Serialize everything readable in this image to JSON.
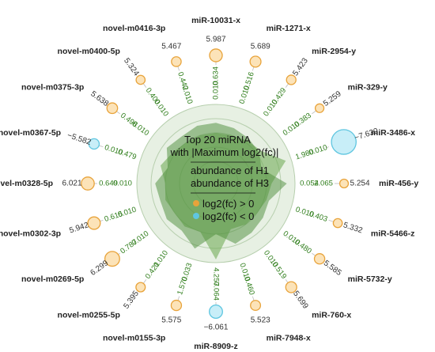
{
  "chart_data": {
    "type": "radial",
    "title_lines": [
      "Top 20 miRNA",
      "with |Maximum log2(fc)|"
    ],
    "legend": {
      "abundance": [
        "abundance of H1",
        "abundance of H3"
      ],
      "direction": [
        {
          "label": "log2(fc) > 0",
          "color": "#f5c173"
        },
        {
          "label": "log2(fc) < 0",
          "color": "#a8e4f2"
        }
      ]
    },
    "colors": {
      "up_fill": "#fce3b8",
      "up_stroke": "#e8a33a",
      "down_fill": "#c8eef8",
      "down_stroke": "#5fc6e0",
      "ring_text": "#2e7d1a",
      "h1_fill": "#6aa84f",
      "h3_fill": "#4c8c3a"
    },
    "series": [
      {
        "name": "miR-10031-x",
        "log2fc": "5.987",
        "fc_value": 5.987,
        "h1": "0.010",
        "h3": "0.634",
        "h1_value": 0.5,
        "h3_value": 0.7
      },
      {
        "name": "miR-1271-x",
        "log2fc": "5.689",
        "fc_value": 5.689,
        "h1": "0.010",
        "h3": "0.516",
        "h1_value": 0.5,
        "h3_value": 0.65
      },
      {
        "name": "miR-2954-y",
        "log2fc": "5.423",
        "fc_value": 5.423,
        "h1": "0.010",
        "h3": "0.429",
        "h1_value": 0.55,
        "h3_value": 0.6
      },
      {
        "name": "miR-329-y",
        "log2fc": "5.259",
        "fc_value": 5.259,
        "h1": "0.010",
        "h3": "0.383",
        "h1_value": 0.6,
        "h3_value": 0.55
      },
      {
        "name": "miR-3486-x",
        "log2fc": "−7.630",
        "fc_value": -7.63,
        "h1": "1.980",
        "h3": "0.010",
        "h1_value": 0.95,
        "h3_value": 0.45
      },
      {
        "name": "miR-456-y",
        "log2fc": "5.254",
        "fc_value": 5.254,
        "h1": "0.054",
        "h3": "2.065",
        "h1_value": 0.6,
        "h3_value": 0.9
      },
      {
        "name": "miR-5466-z",
        "log2fc": "5.332",
        "fc_value": 5.332,
        "h1": "0.010",
        "h3": "0.403",
        "h1_value": 0.55,
        "h3_value": 0.6
      },
      {
        "name": "miR-5732-y",
        "log2fc": "5.585",
        "fc_value": 5.585,
        "h1": "0.010",
        "h3": "0.480",
        "h1_value": 0.5,
        "h3_value": 0.65
      },
      {
        "name": "miR-760-x",
        "log2fc": "5.699",
        "fc_value": 5.699,
        "h1": "0.010",
        "h3": "0.519",
        "h1_value": 0.5,
        "h3_value": 0.7
      },
      {
        "name": "miR-7948-x",
        "log2fc": "5.523",
        "fc_value": 5.523,
        "h1": "0.010",
        "h3": "0.460",
        "h1_value": 0.45,
        "h3_value": 0.75
      },
      {
        "name": "miR-8909-z",
        "log2fc": "−6.061",
        "fc_value": -6.061,
        "h1": "4.257",
        "h3": "0.064",
        "h1_value": 1.0,
        "h3_value": 0.5
      },
      {
        "name": "novel-m0155-3p",
        "log2fc": "5.575",
        "fc_value": 5.575,
        "h1": "0.033",
        "h3": "1.570",
        "h1_value": 0.5,
        "h3_value": 0.85
      },
      {
        "name": "novel-m0255-5p",
        "log2fc": "5.395",
        "fc_value": 5.395,
        "h1": "0.010",
        "h3": "0.421",
        "h1_value": 0.55,
        "h3_value": 0.65
      },
      {
        "name": "novel-m0269-5p",
        "log2fc": "6.299",
        "fc_value": 6.299,
        "h1": "0.010",
        "h3": "0.787",
        "h1_value": 0.5,
        "h3_value": 0.7
      },
      {
        "name": "novel-m0302-3p",
        "log2fc": "5.942",
        "fc_value": 5.942,
        "h1": "0.010",
        "h3": "0.615",
        "h1_value": 0.55,
        "h3_value": 0.65
      },
      {
        "name": "novel-m0328-5p",
        "log2fc": "6.021",
        "fc_value": 6.021,
        "h1": "0.010",
        "h3": "0.649",
        "h1_value": 0.5,
        "h3_value": 0.7
      },
      {
        "name": "novel-m0367-5p",
        "log2fc": "−5.582",
        "fc_value": -5.582,
        "h1": "0.479",
        "h3": "0.010",
        "h1_value": 0.65,
        "h3_value": 0.5
      },
      {
        "name": "novel-m0375-3p",
        "log2fc": "5.638",
        "fc_value": 5.638,
        "h1": "0.010",
        "h3": "0.498",
        "h1_value": 0.55,
        "h3_value": 0.7
      },
      {
        "name": "novel-m0400-5p",
        "log2fc": "5.324",
        "fc_value": 5.324,
        "h1": "0.010",
        "h3": "0.400",
        "h1_value": 0.5,
        "h3_value": 0.65
      },
      {
        "name": "novel-m0416-3p",
        "log2fc": "5.467",
        "fc_value": 5.467,
        "h1": "0.010",
        "h3": "0.442",
        "h1_value": 0.5,
        "h3_value": 0.7
      }
    ]
  }
}
